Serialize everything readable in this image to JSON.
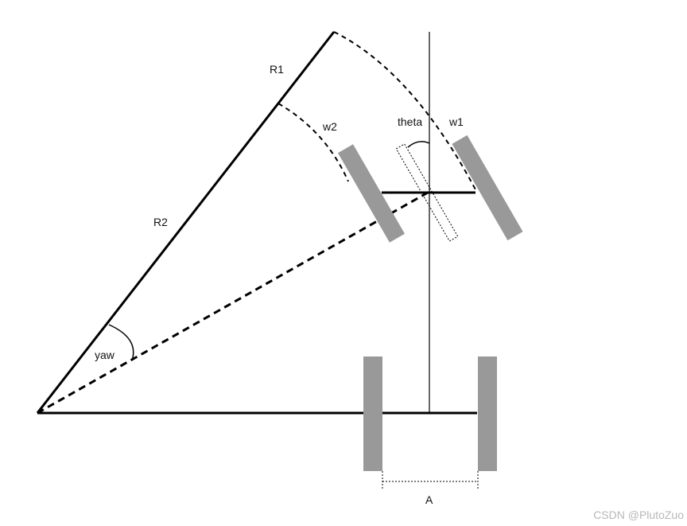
{
  "labels": {
    "r1": "R1",
    "r2": "R2",
    "w1": "w1",
    "w2": "w2",
    "theta": "theta",
    "yaw": "yaw",
    "a": "A"
  },
  "watermark": "CSDN @PlutoZuo",
  "colors": {
    "line": "#000000",
    "wheel": "#999999",
    "background": "#ffffff",
    "watermark": "#b8b8b8"
  }
}
